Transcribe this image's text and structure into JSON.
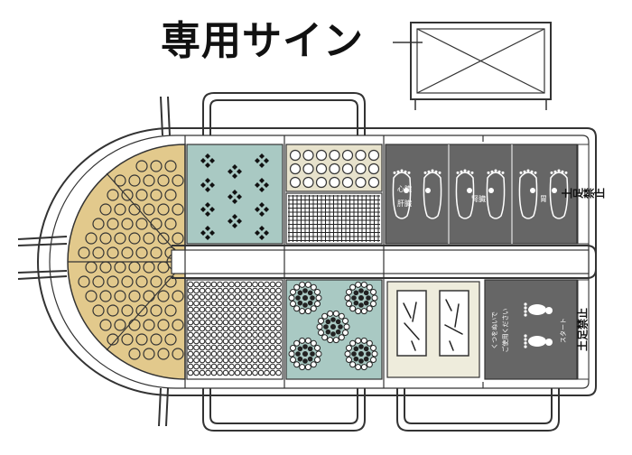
{
  "heading": "専用サイン",
  "sign_panel": {
    "kind": "sign-placeholder"
  },
  "stations": {
    "foot_reflexology": {
      "labels": [
        {
          "line1": "心臓",
          "line2": "肝臓"
        },
        {
          "line1": "腎臓"
        },
        {
          "line1": "胃"
        }
      ]
    },
    "start_panel": {
      "text_line1": "くつをぬいで",
      "text_line2": "ご使用ください",
      "start_label": "スタート"
    },
    "no_shoes_top": "土足禁止",
    "no_shoes_bottom": "土足禁止"
  },
  "colors": {
    "tan": "#e2c98c",
    "mint": "#a9c9c3",
    "dark": "#666666",
    "cream": "#eeecdc",
    "outline": "#333333"
  }
}
